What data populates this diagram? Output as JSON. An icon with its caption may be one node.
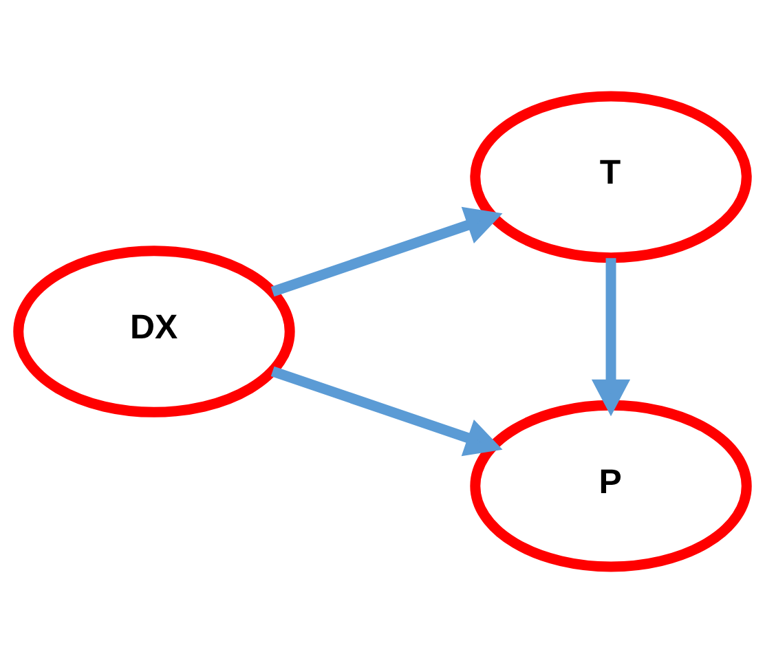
{
  "diagram": {
    "nodes": [
      {
        "text": [
          "DX"
        ]
      },
      {
        "text": [
          "T"
        ]
      },
      {
        "text": [
          "P"
        ]
      }
    ],
    "edges": [
      {
        "from": 0,
        "to": 1,
        "arrow": "to"
      },
      {
        "from": 1,
        "to": 2,
        "arrow": "to"
      },
      {
        "from": 0,
        "to": 2,
        "arrow": "to"
      }
    ]
  }
}
